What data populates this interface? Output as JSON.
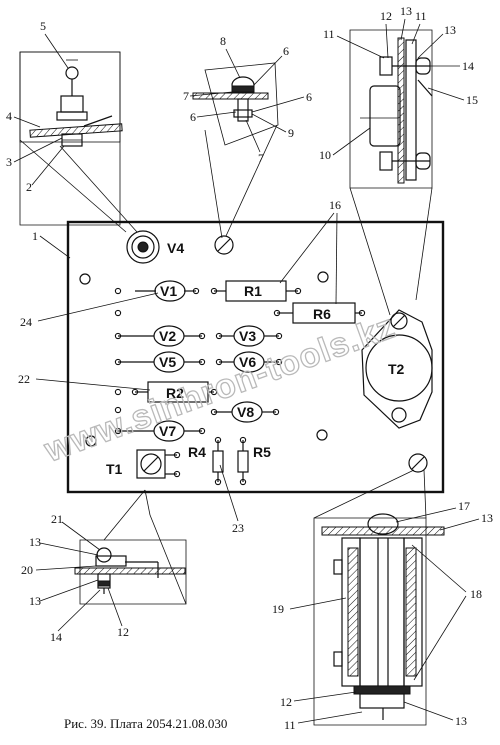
{
  "caption": "Рис. 39. Плата 2054.21.08.030",
  "watermark": "www.sinhron-tools.kz",
  "board_labels": {
    "V1": "V1",
    "V2": "V2",
    "V3": "V3",
    "V4": "V4",
    "V5": "V5",
    "V6": "V6",
    "V7": "V7",
    "V8": "V8",
    "R1": "R1",
    "R2": "R2",
    "R4": "R4",
    "R5": "R5",
    "R6": "R6",
    "T1": "T1",
    "T2": "T2"
  },
  "callouts": {
    "n1": "1",
    "n2": "2",
    "n3": "3",
    "n4": "4",
    "n5": "5",
    "n6a": "6",
    "n6b": "6",
    "n6c": "6",
    "n7a": "7",
    "n7b": "7",
    "n8": "8",
    "n9": "9",
    "n10": "10",
    "n11a": "11",
    "n11b": "11",
    "n11c": "11",
    "n12a": "12",
    "n12b": "12",
    "n12c": "12",
    "n13a": "13",
    "n13b": "13",
    "n13c": "13",
    "n13d": "13",
    "n13e": "13",
    "n13f": "13",
    "n14a": "14",
    "n14b": "14",
    "n15": "15",
    "n16": "16",
    "n17": "17",
    "n18": "18",
    "n19": "19",
    "n20": "20",
    "n21": "21",
    "n22": "22",
    "n23": "23",
    "n24": "24"
  }
}
